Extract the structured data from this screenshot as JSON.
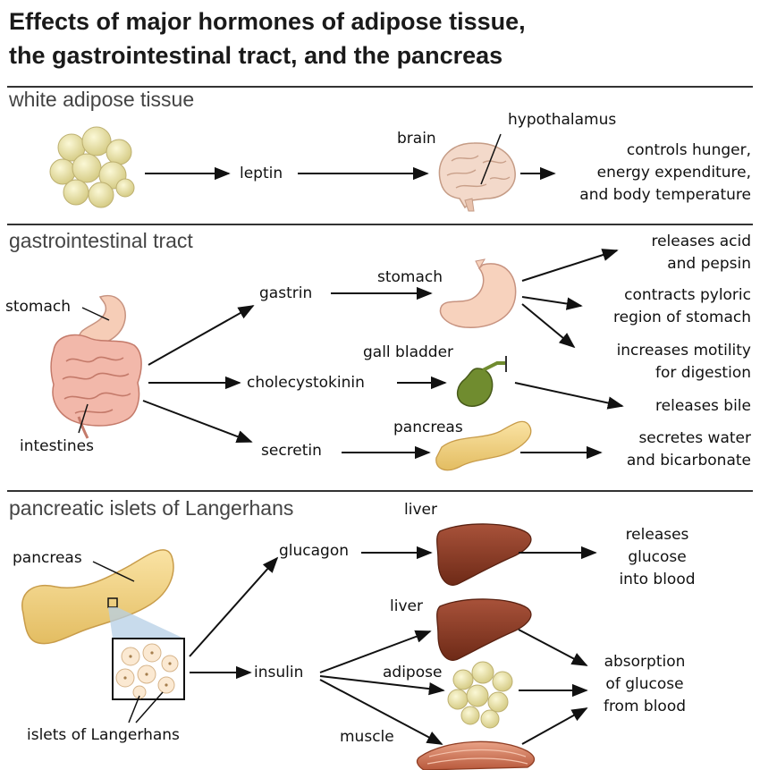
{
  "title": {
    "line1": "Effects of major hormones of adipose tissue,",
    "line2": "the gastrointestinal tract, and the pancreas"
  },
  "sections": {
    "adipose": {
      "heading": "white adipose tissue",
      "hormone": "leptin",
      "brain": "brain",
      "hypothalamus": "hypothalamus",
      "effect": [
        "controls hunger,",
        "energy expenditure,",
        "and body temperature"
      ]
    },
    "gi": {
      "heading": "gastrointestinal tract",
      "stomach_source": "stomach",
      "intestines": "intestines",
      "gastrin": "gastrin",
      "cholecystokinin": "cholecystokinin",
      "secretin": "secretin",
      "stomach_target": "stomach",
      "gall_bladder": "gall bladder",
      "pancreas": "pancreas",
      "effects": {
        "acid": [
          "releases acid",
          "and pepsin"
        ],
        "pyloric": [
          "contracts pyloric",
          "region of stomach"
        ],
        "motility": [
          "increases motility",
          "for digestion"
        ],
        "bile": [
          "releases bile"
        ],
        "bicarbonate": [
          "secretes water",
          "and bicarbonate"
        ]
      }
    },
    "islets": {
      "heading": "pancreatic islets of Langerhans",
      "pancreas": "pancreas",
      "islets_label": "islets of Langerhans",
      "glucagon": "glucagon",
      "insulin": "insulin",
      "liver1": "liver",
      "liver2": "liver",
      "adipose": "adipose",
      "muscle": "muscle",
      "effects": {
        "glucose_release": [
          "releases",
          "glucose",
          "into blood"
        ],
        "absorption": [
          "absorption",
          "of glucose",
          "from blood"
        ]
      }
    }
  },
  "colors": {
    "fat": "#e9e3a6",
    "fat_dark": "#c9be72",
    "brain": "#f2d6c6",
    "stomach": "#f6cdb7",
    "intestine": "#f0b3a6",
    "gallbladder": "#6f8a2e",
    "pancreas": "#f1d58a",
    "liver": "#8e3b26",
    "muscle": "#d9876a",
    "islet_callout": "#b6cfe6"
  }
}
